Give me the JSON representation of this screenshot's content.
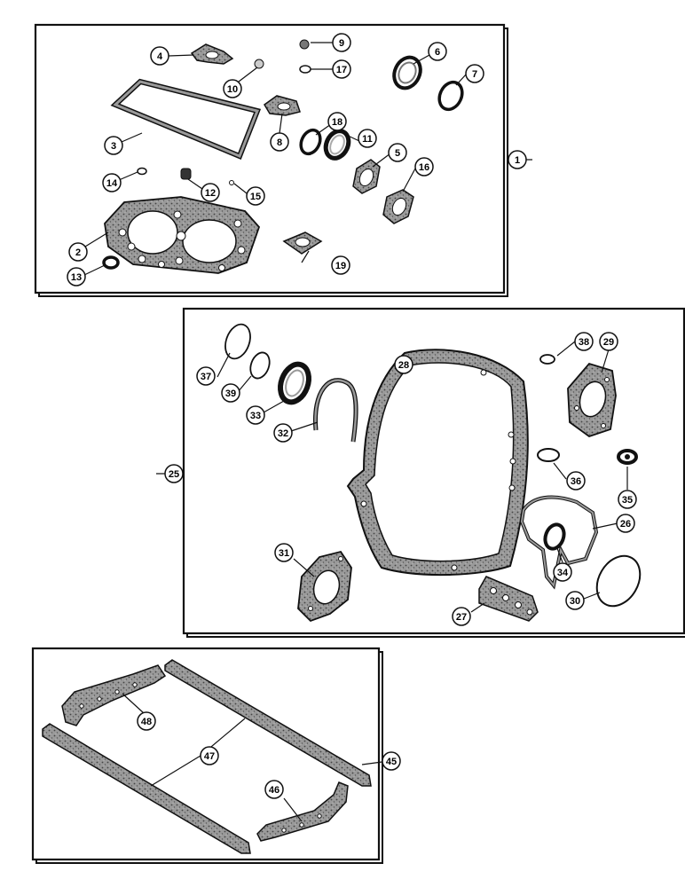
{
  "panels": [
    {
      "id": "top",
      "kit_callout": "1",
      "callouts": [
        "2",
        "3",
        "4",
        "5",
        "6",
        "7",
        "8",
        "9",
        "10",
        "11",
        "12",
        "13",
        "14",
        "15",
        "16",
        "17",
        "18",
        "19"
      ]
    },
    {
      "id": "middle",
      "kit_callout": "25",
      "callouts": [
        "26",
        "27",
        "28",
        "29",
        "30",
        "31",
        "32",
        "33",
        "34",
        "35",
        "36",
        "37",
        "38",
        "39"
      ]
    },
    {
      "id": "bottom",
      "kit_callout": "45",
      "callouts": [
        "46",
        "47",
        "48"
      ]
    }
  ],
  "callouts": {
    "c1": "1",
    "c2": "2",
    "c3": "3",
    "c4": "4",
    "c5": "5",
    "c6": "6",
    "c7": "7",
    "c8": "8",
    "c9": "9",
    "c10": "10",
    "c11": "11",
    "c12": "12",
    "c13": "13",
    "c14": "14",
    "c15": "15",
    "c16": "16",
    "c17": "17",
    "c18": "18",
    "c19": "19",
    "c25": "25",
    "c26": "26",
    "c27": "27",
    "c28": "28",
    "c29": "29",
    "c30": "30",
    "c31": "31",
    "c32": "32",
    "c33": "33",
    "c34": "34",
    "c35": "35",
    "c36": "36",
    "c37": "37",
    "c38": "38",
    "c39": "39",
    "c45": "45",
    "c46": "46",
    "c47": "47",
    "c48": "48"
  },
  "colors": {
    "ink": "#111111",
    "gasket_fill": "#8a8a8a",
    "paper": "#ffffff"
  }
}
